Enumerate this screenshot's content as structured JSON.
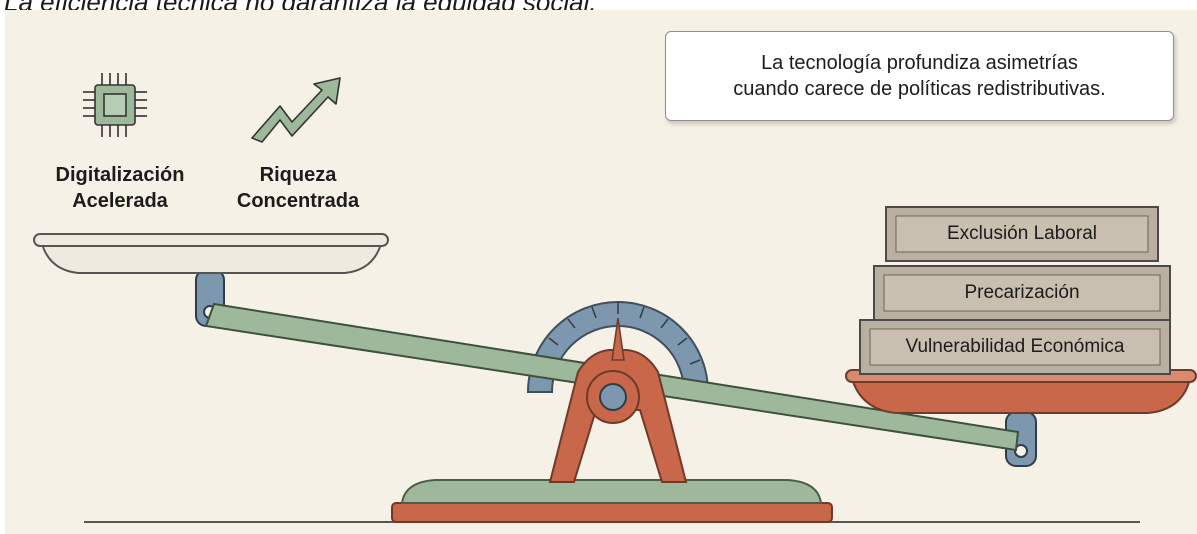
{
  "title": "La eficiencia técnica no garantiza la equidad social.",
  "note": {
    "line1": "La tecnología profundiza asimetrías",
    "line2": "cuando carece de políticas redistributivas."
  },
  "left_pan": {
    "items": [
      {
        "icon": "chip-icon",
        "line1": "Digitalización",
        "line2": "Acelerada"
      },
      {
        "icon": "trend-up-arrow-icon",
        "line1": "Riqueza",
        "line2": "Concentrada"
      }
    ]
  },
  "right_pan": {
    "blocks": [
      "Exclusión Laboral",
      "Precarización",
      "Vulnerabilidad Económica"
    ]
  },
  "colors": {
    "background": "#f6f1e6",
    "beam": "#9db89b",
    "terracotta": "#c8674a",
    "gauge_blue": "#7d97ae",
    "block": "#b9b0a1",
    "pan": "#eeeae0"
  }
}
